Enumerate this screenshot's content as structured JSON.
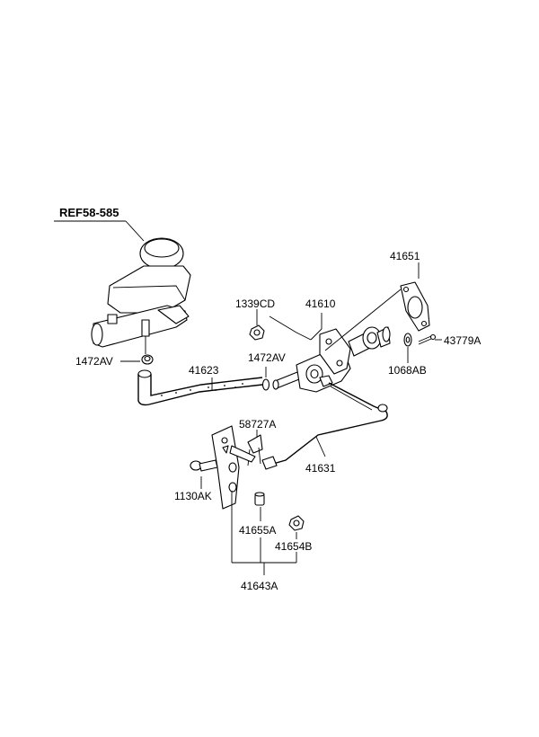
{
  "labels": {
    "ref": "REF58-585",
    "l41651": "41651",
    "l1339CD": "1339CD",
    "l41610": "41610",
    "l43779A": "43779A",
    "l1068AB": "1068AB",
    "l1472AV_left": "1472AV",
    "l41623": "41623",
    "l1472AV_mid": "1472AV",
    "l58727A": "58727A",
    "l41631": "41631",
    "l1130AK": "1130AK",
    "l41655A": "41655A",
    "l41654B": "41654B",
    "l41643A": "41643A"
  }
}
